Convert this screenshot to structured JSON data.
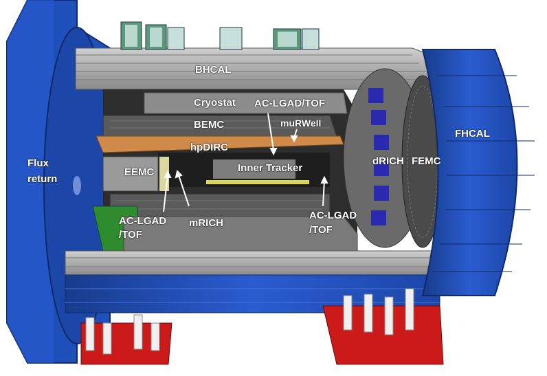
{
  "labels": {
    "bhcal": "BHCAL",
    "cryostat": "Cryostat",
    "ac_lgad_tof_top": "AC-LGAD/TOF",
    "bemc": "BEMC",
    "murwell": "muRWell",
    "hpdirc": "hpDIRC",
    "eemc": "EEMC",
    "inner_tracker": "Inner Tracker",
    "drich": "dRICH",
    "femc": "FEMC",
    "fhcal": "FHCAL",
    "flux_return_1": "Flux",
    "flux_return_2": "return",
    "mrich": "mRICH",
    "ac_lgad_left_1": "AC-LGAD",
    "ac_lgad_left_2": "/TOF",
    "ac_lgad_right_1": "AC-LGAD",
    "ac_lgad_right_2": "/TOF"
  },
  "colors": {
    "flux_blue": "#1f4fb8",
    "flux_dark": "#173c8c",
    "steel_grey": "#a8a8a8",
    "steel_dark": "#6e6e6e",
    "copper": "#d08a4a",
    "drich_blue": "#2a2ab0",
    "feet_red": "#cc1a1a",
    "eemc_green": "#2e8b2e"
  }
}
